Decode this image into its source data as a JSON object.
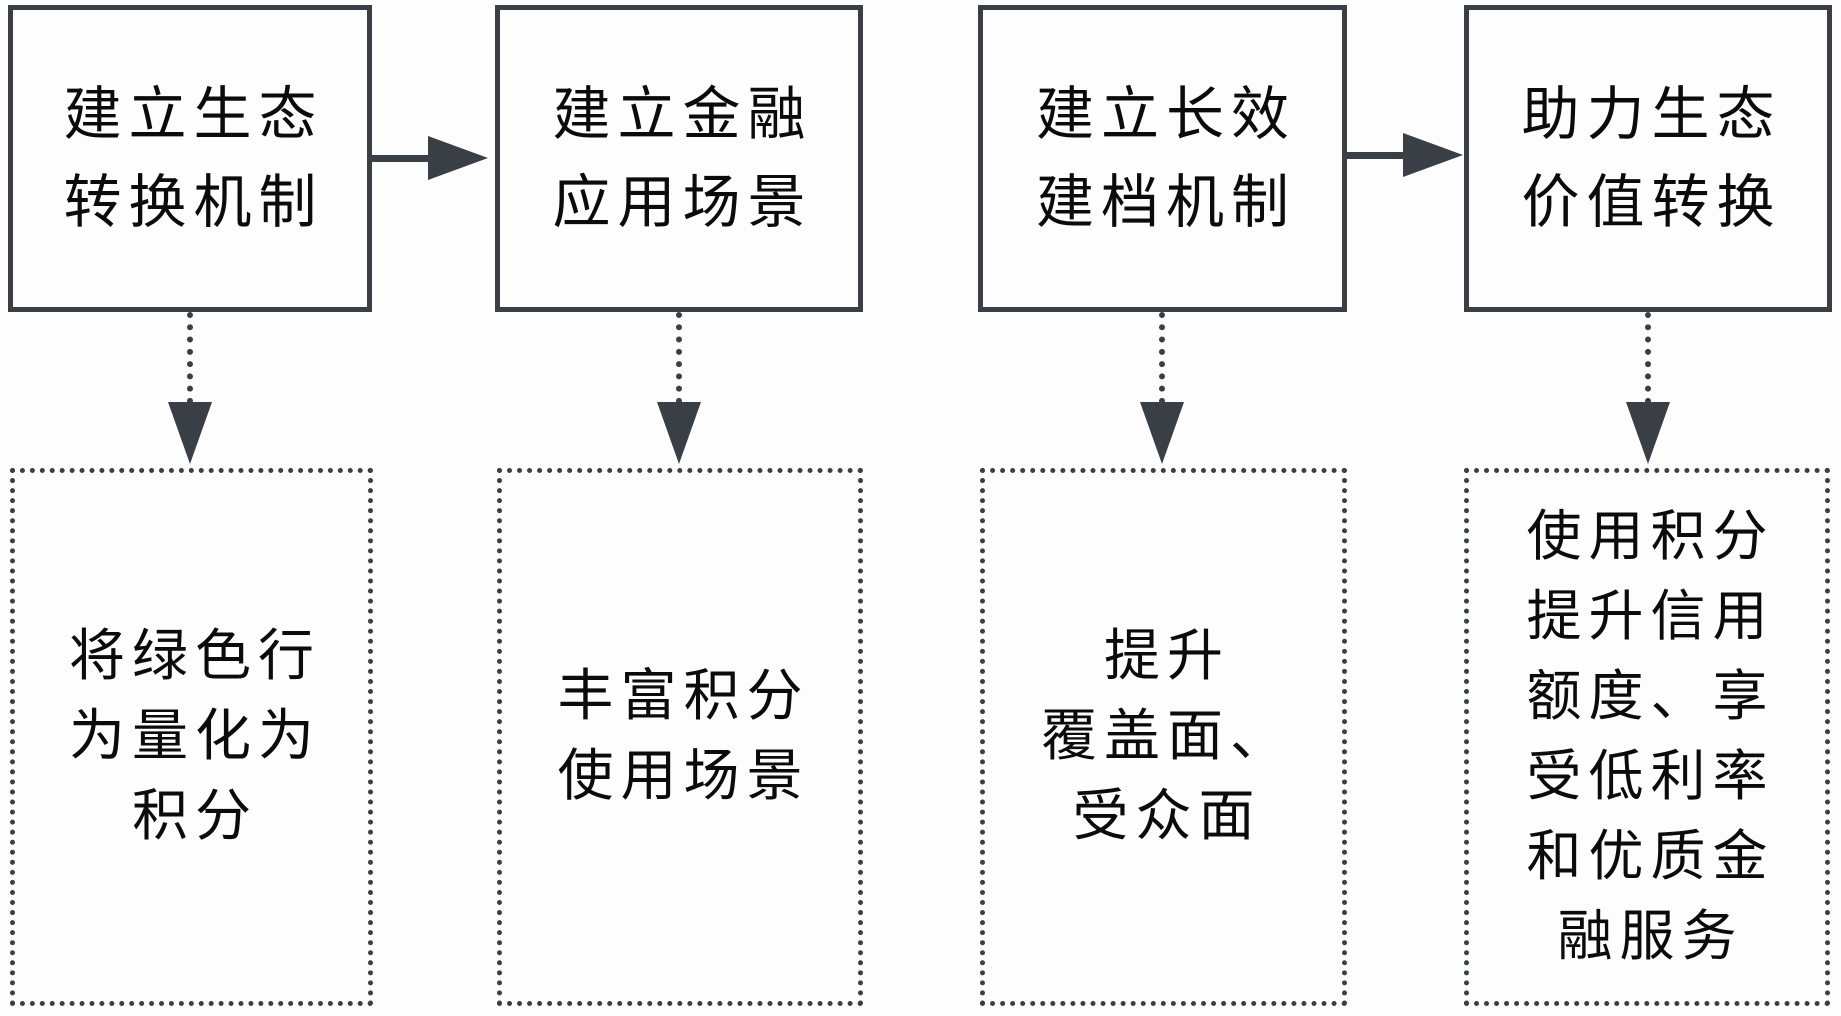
{
  "diagram": {
    "columns": [
      {
        "top": {
          "text": "建立生态转换机制",
          "lines": [
            "建立生态",
            "转换机制"
          ]
        },
        "bottom": {
          "text": "将绿色行为量化为积分",
          "lines": [
            "将绿色行",
            "为量化为",
            "积分"
          ]
        }
      },
      {
        "top": {
          "text": "建立金融应用场景",
          "lines": [
            "建立金融",
            "应用场景"
          ]
        },
        "bottom": {
          "text": "丰富积分使用场景",
          "lines": [
            "丰富积分",
            "使用场景"
          ]
        }
      },
      {
        "top": {
          "text": "建立长效建档机制",
          "lines": [
            "建立长效",
            "建档机制"
          ]
        },
        "bottom": {
          "text": "提升覆盖面、受众面",
          "lines": [
            "提升",
            "覆盖面、",
            "受众面"
          ]
        }
      },
      {
        "top": {
          "text": "助力生态价值转换",
          "lines": [
            "助力生态",
            "价值转换"
          ]
        },
        "bottom": {
          "text": "使用积分提升信用额度、享受低利率和优质金融服务",
          "lines": [
            "使用积分",
            "提升信用",
            "额度、享",
            "受低利率",
            "和优质金",
            "融服务"
          ]
        }
      }
    ],
    "connections": [
      {
        "type": "solid-right-arrow",
        "from": "top-box-1",
        "to": "top-box-2"
      },
      {
        "type": "solid-right-arrow",
        "from": "top-box-3",
        "to": "top-box-4"
      },
      {
        "type": "dotted-down-arrow",
        "from": "top-box-1",
        "to": "bottom-box-1"
      },
      {
        "type": "dotted-down-arrow",
        "from": "top-box-2",
        "to": "bottom-box-2"
      },
      {
        "type": "dotted-down-arrow",
        "from": "top-box-3",
        "to": "bottom-box-3"
      },
      {
        "type": "dotted-down-arrow",
        "from": "top-box-4",
        "to": "bottom-box-4"
      }
    ],
    "colors": {
      "border": "#3a3f46",
      "text": "#0b0b0b",
      "arrow": "#3a3f46",
      "background": "#fdfdfd"
    }
  }
}
